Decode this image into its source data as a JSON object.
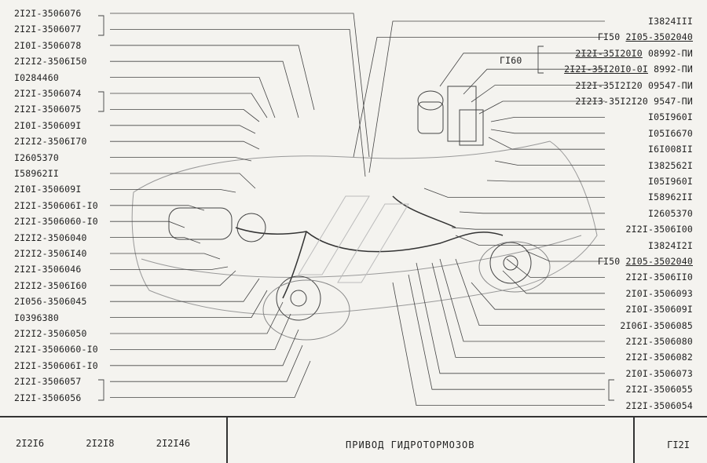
{
  "left_labels": [
    {
      "text": "2I2I-3506076"
    },
    {
      "text": "2I2I-3506077"
    },
    {
      "text": "2I0I-3506078"
    },
    {
      "text": "2I2I2-3506I50"
    },
    {
      "text": "I0284460"
    },
    {
      "text": "2I2I-3506074"
    },
    {
      "text": "2I2I-3506075"
    },
    {
      "text": "2I0I-350609I"
    },
    {
      "text": "2I2I2-3506I70"
    },
    {
      "text": "I2605370"
    },
    {
      "text": "I58962II"
    },
    {
      "text": "2I0I-350609I"
    },
    {
      "text": "2I2I-350606I-I0"
    },
    {
      "text": "2I2I-3506060-I0"
    },
    {
      "text": "2I2I2-3506040"
    },
    {
      "text": "2I2I2-3506I40"
    },
    {
      "text": "2I2I-3506046"
    },
    {
      "text": "2I2I2-3506I60"
    },
    {
      "text": "2I056-3506045"
    },
    {
      "text": "I0396380"
    },
    {
      "text": "2I2I2-3506050"
    },
    {
      "text": "2I2I-3506060-I0"
    },
    {
      "text": "2I2I-350606I-I0"
    },
    {
      "text": "2I2I-3506057"
    },
    {
      "text": "2I2I-3506056"
    }
  ],
  "right_labels": [
    {
      "text": "I3824III"
    },
    {
      "pre": "ГI50 ",
      "ul": "2I05-3502040"
    },
    {
      "pre": "",
      "ul": "2I2I-35I20I0",
      "post": "  08992-ПИ"
    },
    {
      "pre": "",
      "ul": "2I2I-35I20I0-0I",
      "post": " 8992-ПИ"
    },
    {
      "text": "2I2I-35I2I20 09547-ПИ"
    },
    {
      "text": "2I2I3-35I2I20 9547-ПИ"
    },
    {
      "text": "I05I960I"
    },
    {
      "text": "I05I6670"
    },
    {
      "text": "I6I008II"
    },
    {
      "text": "I382562I"
    },
    {
      "text": "I05I960I"
    },
    {
      "text": "I58962II"
    },
    {
      "text": "I2605370"
    },
    {
      "text": "2I2I-3506I00"
    },
    {
      "text": "I3824I2I"
    },
    {
      "pre": "ГI50 ",
      "ul": "2I05-3502040"
    },
    {
      "text": "2I2I-3506II0"
    },
    {
      "text": "2I0I-3506093"
    },
    {
      "text": "2I0I-350609I"
    },
    {
      "text": "2I06I-3506085"
    },
    {
      "text": "2I2I-3506080"
    },
    {
      "text": "2I2I-3506082"
    },
    {
      "text": "2I0I-3506073"
    },
    {
      "text": "2I2I-3506055"
    },
    {
      "text": "2I2I-3506054"
    }
  ],
  "group_label": "ГI60",
  "footer": {
    "models": [
      "2I2I6",
      "2I2I8",
      "2I2I46"
    ],
    "title": "ПРИВОД  ГИДРОТОРМОЗОВ",
    "page": "ГI2I"
  }
}
